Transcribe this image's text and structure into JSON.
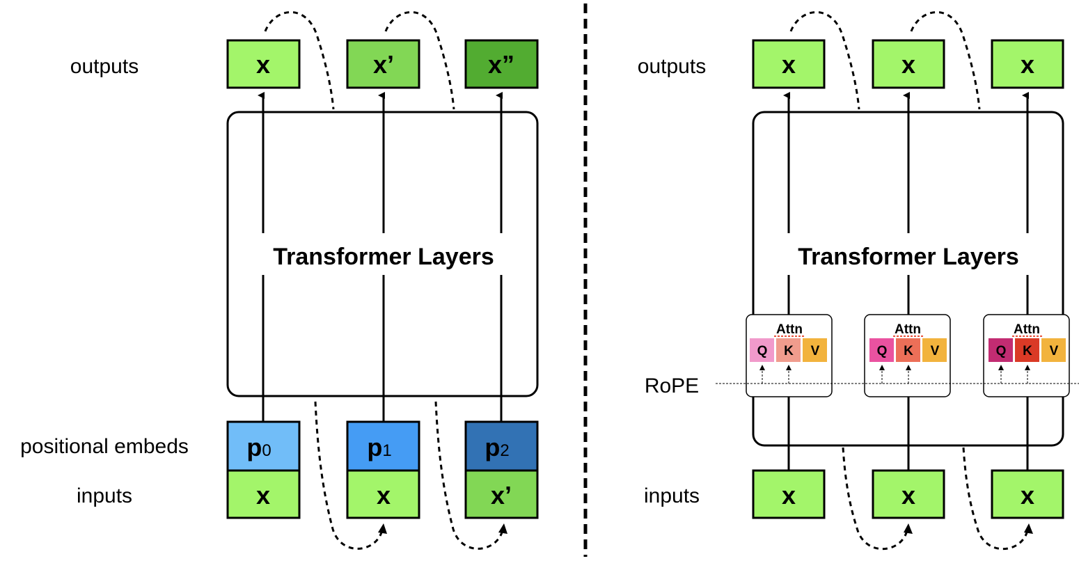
{
  "left_panel": {
    "row_labels": {
      "outputs": "outputs",
      "positional_embeds": "positional embeds",
      "inputs": "inputs"
    },
    "block_title": "Transformer Layers",
    "outputs": [
      {
        "label": "x",
        "color": "#A3F56A"
      },
      {
        "label": "x’",
        "color": "#82D755"
      },
      {
        "label": "x”",
        "color": "#52AC31"
      }
    ],
    "positional_embeds": [
      {
        "label": "p",
        "sub": "0",
        "color": "#71BDF8"
      },
      {
        "label": "p",
        "sub": "1",
        "color": "#459CF4"
      },
      {
        "label": "p",
        "sub": "2",
        "color": "#3272B4"
      }
    ],
    "inputs": [
      {
        "label": "x",
        "color": "#A3F56A"
      },
      {
        "label": "x",
        "color": "#A3F56A"
      },
      {
        "label": "x’",
        "color": "#82D755"
      }
    ]
  },
  "right_panel": {
    "row_labels": {
      "outputs": "outputs",
      "rope": "RoPE",
      "inputs": "inputs"
    },
    "block_title": "Transformer Layers",
    "outputs": [
      {
        "label": "x",
        "color": "#A3F56A"
      },
      {
        "label": "x",
        "color": "#A3F56A"
      },
      {
        "label": "x",
        "color": "#A3F56A"
      }
    ],
    "attention_blocks": [
      {
        "title": "Attn",
        "q": {
          "label": "Q",
          "color": "#F19ACB"
        },
        "k": {
          "label": "K",
          "color": "#F09C8D"
        },
        "v": {
          "label": "V",
          "color": "#F2B33D"
        }
      },
      {
        "title": "Attn",
        "q": {
          "label": "Q",
          "color": "#EA52A0"
        },
        "k": {
          "label": "K",
          "color": "#EC6F58"
        },
        "v": {
          "label": "V",
          "color": "#F2B33D"
        }
      },
      {
        "title": "Attn",
        "q": {
          "label": "Q",
          "color": "#C22C72"
        },
        "k": {
          "label": "K",
          "color": "#DA3A26"
        },
        "v": {
          "label": "V",
          "color": "#F2B33D"
        }
      }
    ],
    "inputs": [
      {
        "label": "x",
        "color": "#A3F56A"
      },
      {
        "label": "x",
        "color": "#A3F56A"
      },
      {
        "label": "x",
        "color": "#A3F56A"
      }
    ]
  },
  "colors": {
    "stroke": "#000000",
    "attn_underline": "#E8503A"
  }
}
